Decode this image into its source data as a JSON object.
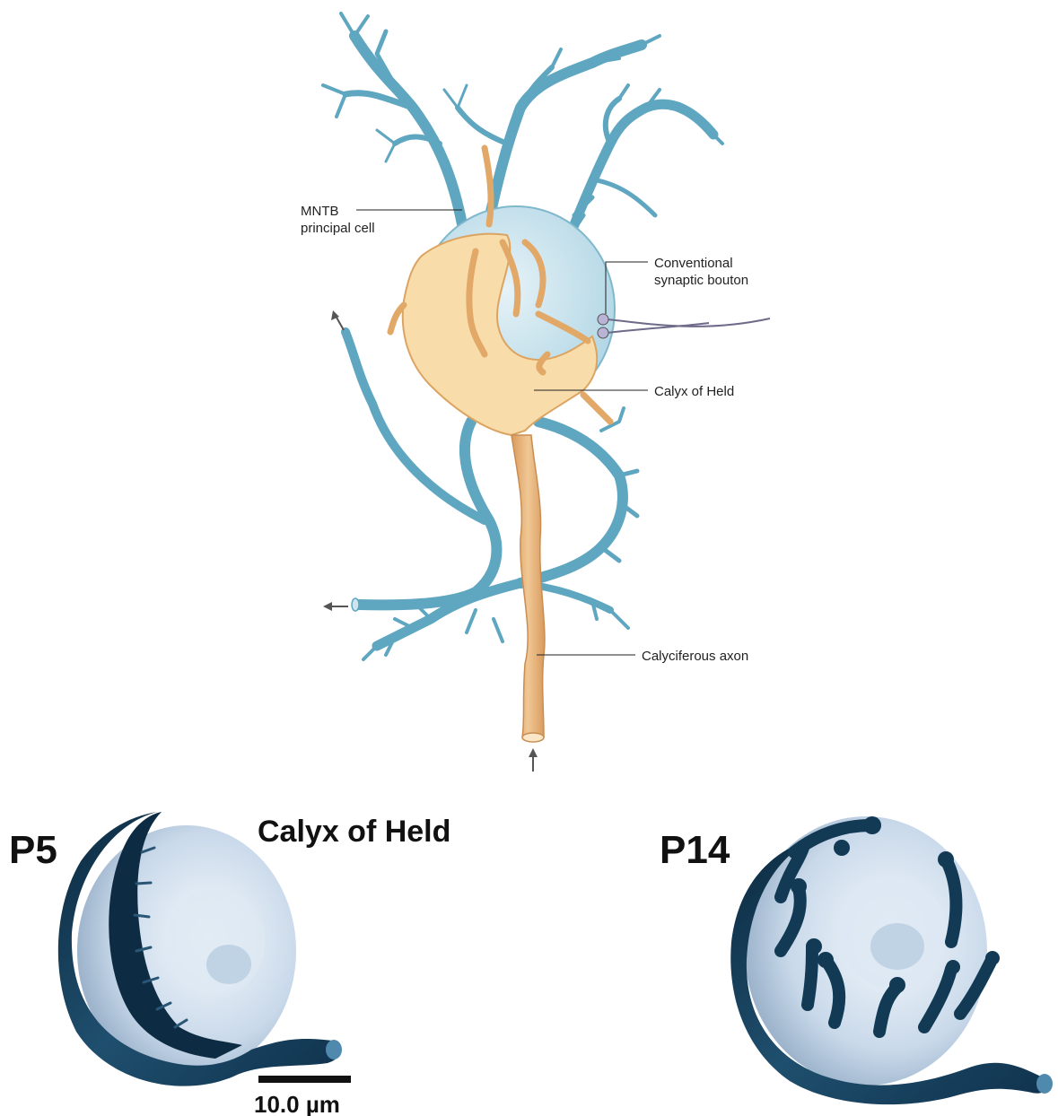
{
  "diagram": {
    "labels": {
      "mntb_line1": "MNTB",
      "mntb_line2": "principal cell",
      "bouton_line1": "Conventional",
      "bouton_line2": "synaptic bouton",
      "calyx": "Calyx of Held",
      "axon": "Calyciferous axon"
    }
  },
  "panels": {
    "title": "Calyx of Held",
    "left_stage": "P5",
    "right_stage": "P14",
    "scale_bar_label": "10.0 µm"
  },
  "colors": {
    "principal_cell_fill": "#7fb8cc",
    "principal_cell_light": "#cfe5ee",
    "calyx_fill": "#f7d9a4",
    "calyx_stroke": "#d9a25f",
    "axon_fill": "#e9b77c",
    "dark_terminal": "#123a55",
    "bouton": "#b9b3d6"
  }
}
